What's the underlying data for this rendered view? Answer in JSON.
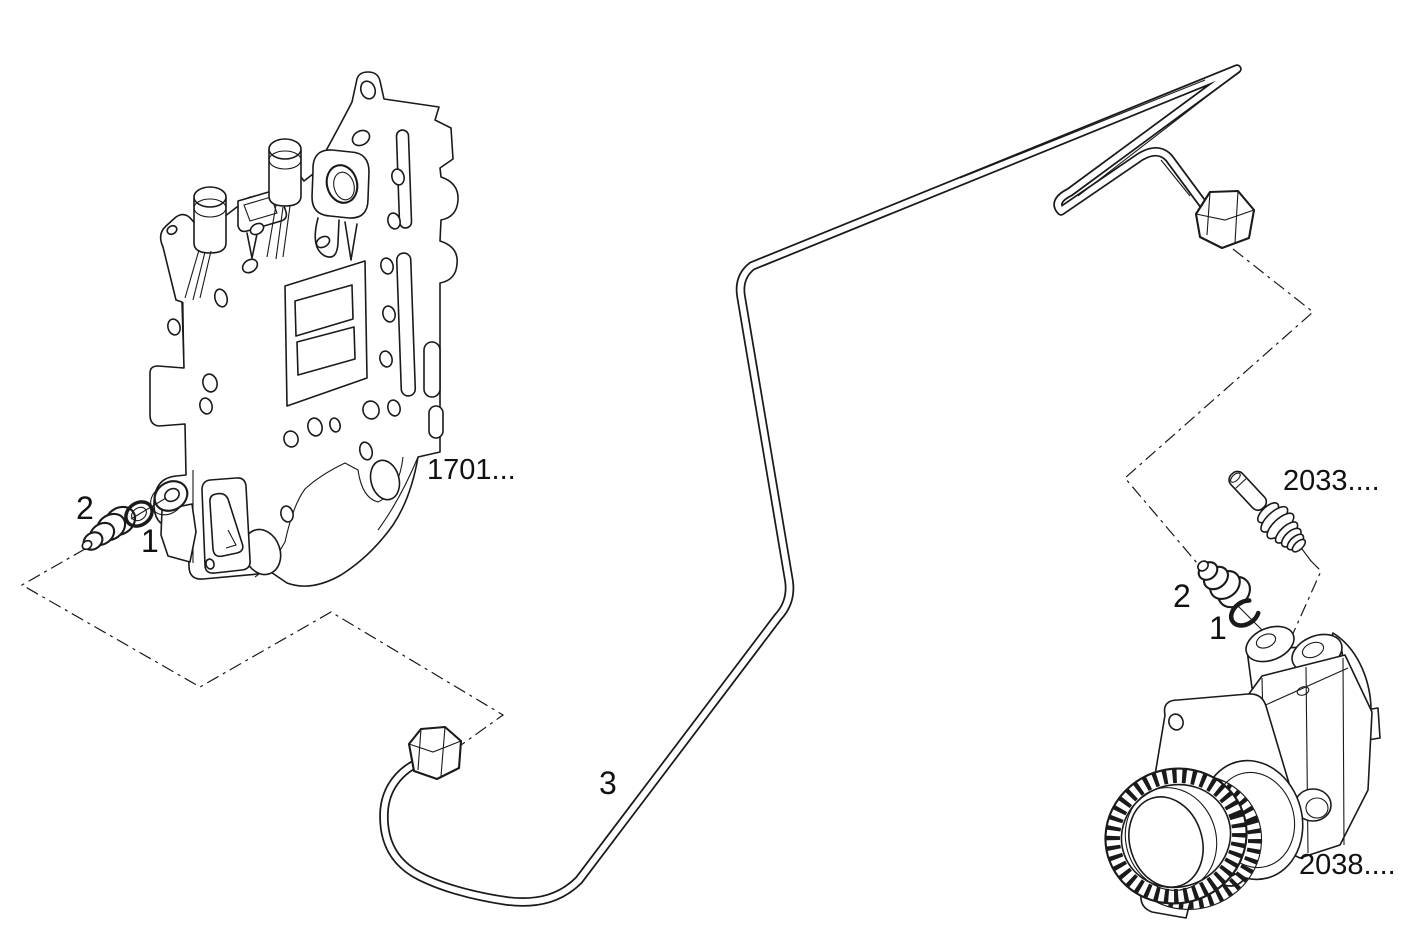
{
  "figure": {
    "background_color": "#ffffff",
    "line_color": "#1a1a1a",
    "callouts": {
      "plate_ref": "1701...",
      "sensor_ref": "2033....",
      "pump_ref": "2038....",
      "tube": "3",
      "fitting_left": "2",
      "seal_left": "1",
      "fitting_right": "2",
      "seal_right": "1"
    }
  }
}
